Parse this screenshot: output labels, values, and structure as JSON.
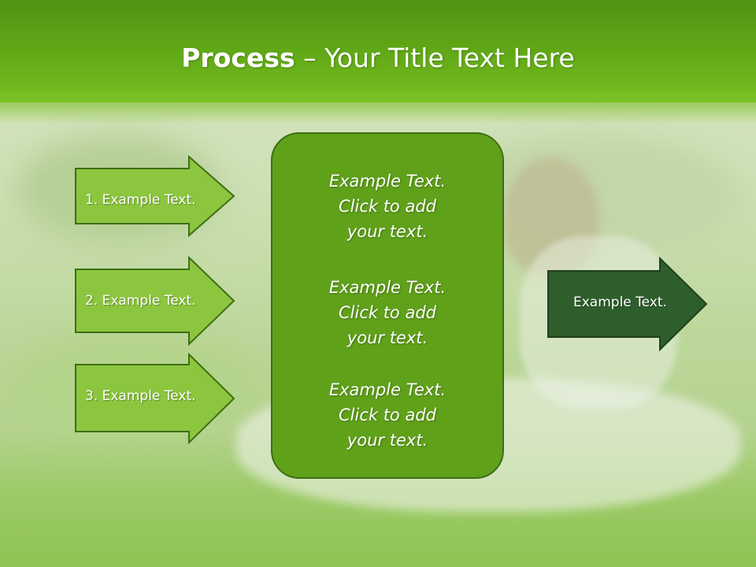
{
  "title": {
    "strong": "Process",
    "rest": " – Your Title Text Here"
  },
  "left_arrows": [
    {
      "label": "1. Example Text."
    },
    {
      "label": "2. Example Text."
    },
    {
      "label": "3. Example Text."
    }
  ],
  "center_box": {
    "blocks": [
      {
        "line1": "Example Text.",
        "line2": "Click  to add",
        "line3": "your text."
      },
      {
        "line1": "Example Text.",
        "line2": "Click  to add",
        "line3": "your text."
      },
      {
        "line1": "Example Text.",
        "line2": "Click  to add",
        "line3": "your text."
      }
    ]
  },
  "right_arrow": {
    "label": "Example Text."
  },
  "colors": {
    "header": "#62aa17",
    "arrow_light": "#8cc63f",
    "center_box": "#60a11a",
    "arrow_dark": "#2e5e2c"
  }
}
